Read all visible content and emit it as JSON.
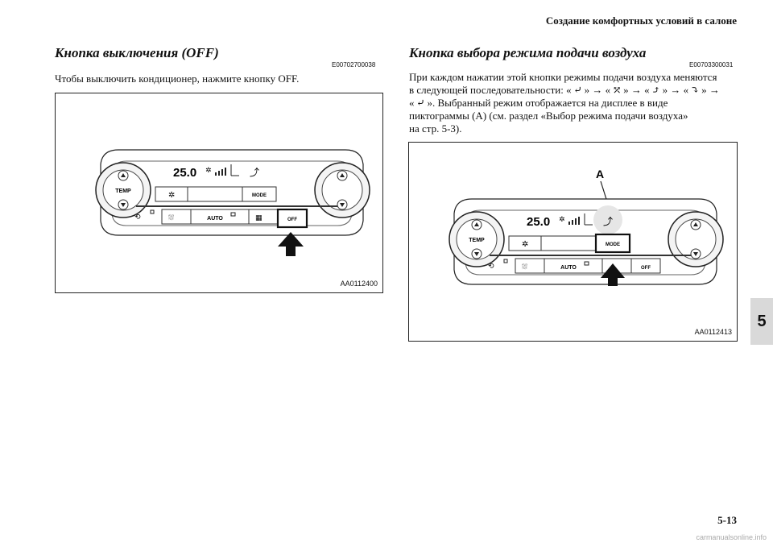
{
  "header": "Создание комфортных условий в салоне",
  "left": {
    "title": "Кнопка выключения (OFF)",
    "code": "E00702700038",
    "text": "Чтобы выключить кондиционер, нажмите кнопку OFF.",
    "figure_id": "AA0112400"
  },
  "right": {
    "title": "Кнопка выбора режима подачи воздуха",
    "code": "E00703300031",
    "line1": "При каждом нажатии этой кнопки режимы подачи воздуха меняются",
    "line2_prefix": "в следующей последовательности:",
    "q_open": "«",
    "q_close": "»",
    "arrow": "→",
    "line3_rest": ". Выбранный режим отображается на дисплее в виде",
    "line4": "пиктограммы (A) (см. раздел «Выбор режима подачи воздуха»",
    "line5": "на стр. 5-3).",
    "figure_id": "AA0112413",
    "callout": "A"
  },
  "panel": {
    "display_temp": "25.0",
    "temp_label": "TEMP",
    "mode_label": "MODE",
    "auto_label": "AUTO",
    "off_label": "OFF"
  },
  "icons": [
    "fan-face-icon",
    "fan-face-foot-icon",
    "fan-foot-icon",
    "fan-foot-defrost-icon",
    "snowflake-icon",
    "recirculation-icon",
    "windshield-defrost-icon",
    "rear-defrost-icon",
    "up-arrow-icon"
  ],
  "tab": "5",
  "page_number": "5-13",
  "watermark": "carmanualsonline.info"
}
